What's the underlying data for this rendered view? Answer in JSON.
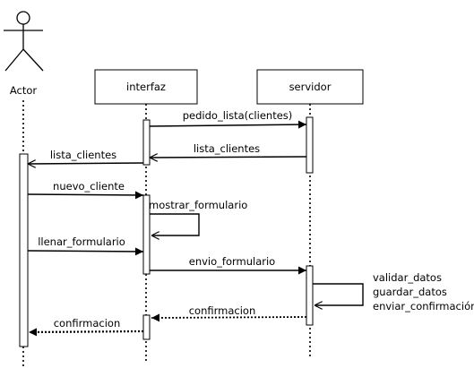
{
  "participants": {
    "actor": "Actor",
    "interfaz": "interfaz",
    "servidor": "servidor"
  },
  "messages": [
    {
      "label": "pedido_lista(clientes)",
      "from": "interfaz",
      "to": "servidor",
      "style": "solid"
    },
    {
      "label": "lista_clientes",
      "from": "servidor",
      "to": "interfaz",
      "style": "solid-return"
    },
    {
      "label": "lista_clientes",
      "from": "interfaz",
      "to": "actor",
      "style": "solid-return"
    },
    {
      "label": "nuevo_cliente",
      "from": "actor",
      "to": "interfaz",
      "style": "solid"
    },
    {
      "label": "mostrar_formulario",
      "from": "interfaz",
      "to": "interfaz",
      "style": "self"
    },
    {
      "label": "llenar_formulario",
      "from": "actor",
      "to": "interfaz",
      "style": "solid"
    },
    {
      "label": "envio_formulario",
      "from": "interfaz",
      "to": "servidor",
      "style": "solid"
    },
    {
      "label": "validar_datos",
      "from": "servidor",
      "to": "servidor",
      "style": "note"
    },
    {
      "label": "guardar_datos",
      "from": "servidor",
      "to": "servidor",
      "style": "note"
    },
    {
      "label": "enviar_confirmación",
      "from": "servidor",
      "to": "servidor",
      "style": "self"
    },
    {
      "label": "confirmacion",
      "from": "servidor",
      "to": "interfaz",
      "style": "dotted"
    },
    {
      "label": "confirmacion",
      "from": "interfaz",
      "to": "actor",
      "style": "dotted"
    }
  ]
}
